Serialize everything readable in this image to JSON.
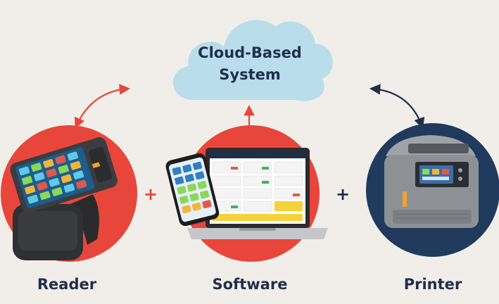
{
  "cloud": {
    "lines": [
      "Cloud-Based",
      "System"
    ]
  },
  "nodes": {
    "reader": {
      "label": "Reader"
    },
    "software": {
      "label": "Software"
    },
    "printer": {
      "label": "Printer"
    }
  },
  "connectors": {
    "plus_left": "+",
    "plus_right": "+"
  },
  "colors": {
    "background": "#f1eeea",
    "cloud": "#b9ddeb",
    "red_accent": "#e8463b",
    "navy": "#1f2f4b",
    "printer_circle": "#1f3a5c"
  }
}
